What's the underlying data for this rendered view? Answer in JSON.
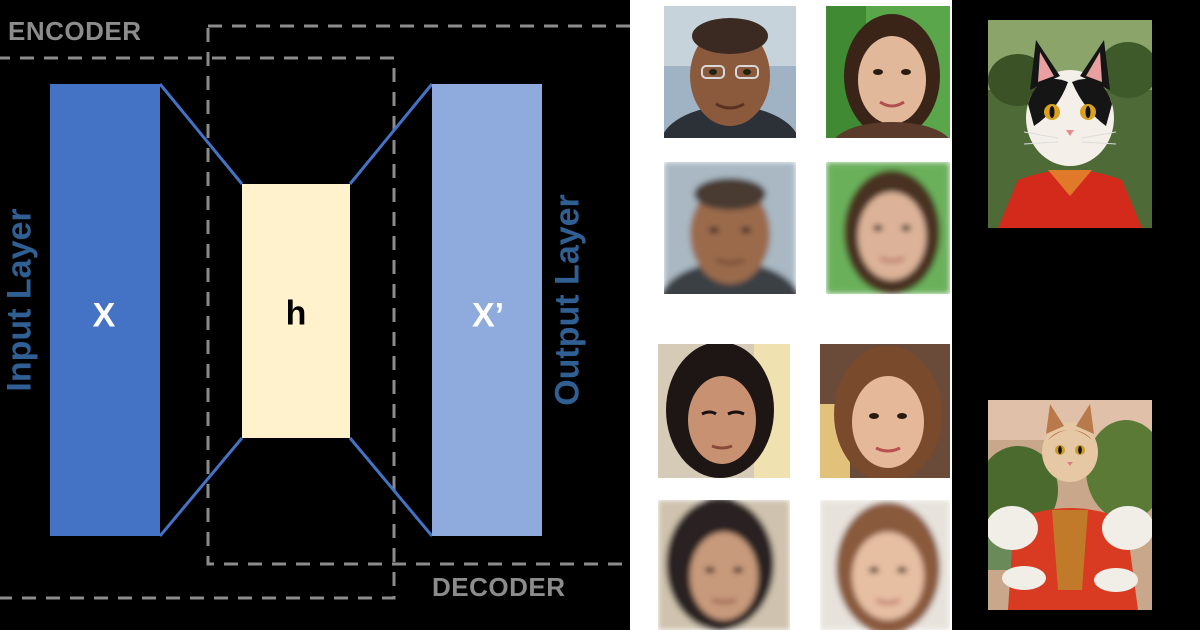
{
  "diagram": {
    "encoder_label": "ENCODER",
    "decoder_label": "DECODER",
    "input_layer_label": "Input Layer",
    "output_layer_label": "Output Layer",
    "input_symbol": "X",
    "hidden_symbol": "h",
    "output_symbol": "X’",
    "colors": {
      "input_block": "#4472c4",
      "hidden_block": "#fff2cc",
      "output_block": "#8faadc",
      "connector": "#4472c4",
      "dashed_box": "#8c8c8c",
      "side_label": "#2f5f93"
    }
  },
  "faces": {
    "description_rows": [
      {
        "role": "original",
        "icons": [
          "face-man-glasses",
          "face-woman-green-bg"
        ]
      },
      {
        "role": "reconstructed",
        "icons": [
          "face-man-blurred",
          "face-woman-blurred"
        ]
      },
      {
        "role": "original",
        "icons": [
          "face-girl-dark-hair",
          "face-woman-brown-hair"
        ]
      },
      {
        "role": "reconstructed",
        "icons": [
          "face-girl-blurred",
          "face-woman-brown-blurred"
        ]
      }
    ]
  },
  "cats": {
    "icons": [
      "cat-portrait-red-dress",
      "cat-portrait-red-gown"
    ]
  }
}
